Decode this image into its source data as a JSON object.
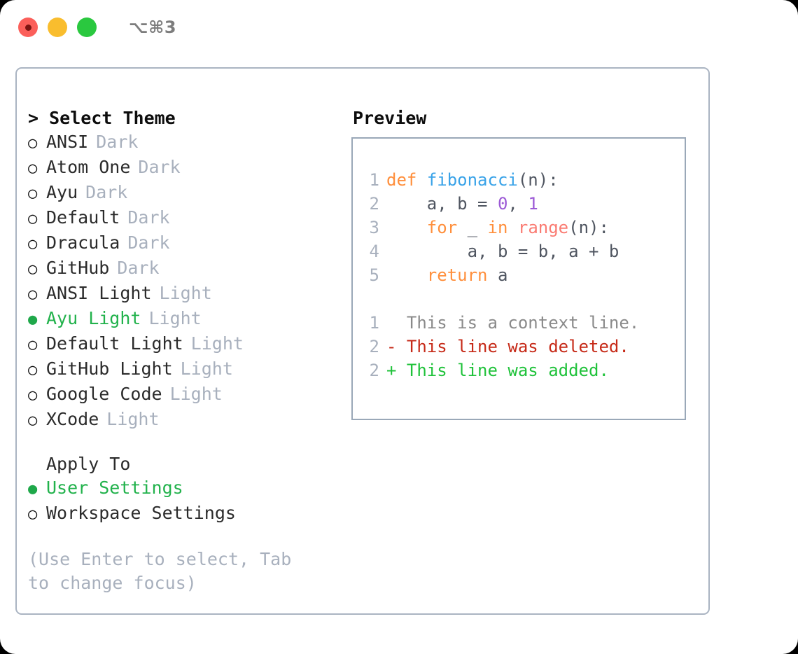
{
  "titlebar": {
    "shortcut": "⌥⌘3",
    "buttons": [
      "close",
      "minimize",
      "maximize"
    ]
  },
  "left_panel": {
    "header": "> Select Theme",
    "themes": [
      {
        "bullet": "○",
        "name": "ANSI",
        "tag": "Dark",
        "selected": false
      },
      {
        "bullet": "○",
        "name": "Atom One",
        "tag": "Dark",
        "selected": false
      },
      {
        "bullet": "○",
        "name": "Ayu",
        "tag": "Dark",
        "selected": false
      },
      {
        "bullet": "○",
        "name": "Default",
        "tag": "Dark",
        "selected": false
      },
      {
        "bullet": "○",
        "name": "Dracula",
        "tag": "Dark",
        "selected": false
      },
      {
        "bullet": "○",
        "name": "GitHub",
        "tag": "Dark",
        "selected": false
      },
      {
        "bullet": "○",
        "name": "ANSI Light",
        "tag": "Light",
        "selected": false
      },
      {
        "bullet": "●",
        "name": "Ayu Light",
        "tag": "Light",
        "selected": true
      },
      {
        "bullet": "○",
        "name": "Default Light",
        "tag": "Light",
        "selected": false
      },
      {
        "bullet": "○",
        "name": "GitHub Light",
        "tag": "Light",
        "selected": false
      },
      {
        "bullet": "○",
        "name": "Google Code",
        "tag": "Light",
        "selected": false
      },
      {
        "bullet": "○",
        "name": "XCode",
        "tag": "Light",
        "selected": false
      }
    ],
    "apply_to": {
      "title": "Apply To",
      "options": [
        {
          "bullet": "●",
          "name": "User Settings",
          "selected": true
        },
        {
          "bullet": "○",
          "name": "Workspace Settings",
          "selected": false
        }
      ]
    },
    "hint": "(Use Enter to select, Tab to change focus)"
  },
  "right_panel": {
    "title": "Preview",
    "code_lines": [
      {
        "num": "1",
        "tokens": [
          {
            "t": "def",
            "c": "kw"
          },
          {
            "t": " ",
            "c": "pl"
          },
          {
            "t": "fibonacci",
            "c": "fn"
          },
          {
            "t": "(n):",
            "c": "pl"
          }
        ]
      },
      {
        "num": "2",
        "tokens": [
          {
            "t": "    a, b = ",
            "c": "pl"
          },
          {
            "t": "0",
            "c": "num"
          },
          {
            "t": ", ",
            "c": "pl"
          },
          {
            "t": "1",
            "c": "num"
          }
        ]
      },
      {
        "num": "3",
        "tokens": [
          {
            "t": "    ",
            "c": "pl"
          },
          {
            "t": "for",
            "c": "kw"
          },
          {
            "t": " _ ",
            "c": "pl"
          },
          {
            "t": "in",
            "c": "kw"
          },
          {
            "t": " ",
            "c": "pl"
          },
          {
            "t": "range",
            "c": "bi"
          },
          {
            "t": "(n):",
            "c": "pl"
          }
        ]
      },
      {
        "num": "4",
        "tokens": [
          {
            "t": "        a, b = b, a + b",
            "c": "pl"
          }
        ]
      },
      {
        "num": "5",
        "tokens": [
          {
            "t": "    ",
            "c": "pl"
          },
          {
            "t": "return",
            "c": "kw"
          },
          {
            "t": " a",
            "c": "pl"
          }
        ]
      }
    ],
    "diff_lines": [
      {
        "num": "1",
        "marker": "  ",
        "text": "This is a context line.",
        "kind": "ctx"
      },
      {
        "num": "2",
        "marker": "- ",
        "text": "This line was deleted.",
        "kind": "del"
      },
      {
        "num": "2",
        "marker": "+ ",
        "text": "This line was added.",
        "kind": "add"
      }
    ]
  },
  "colors": {
    "accent_green": "#22b24c",
    "muted": "#a8b0bd",
    "border": "#aab4c2",
    "keyword": "#ff8f3c",
    "function": "#3aa3e8",
    "number": "#9c5ad6",
    "builtin": "#fa7b72",
    "diff_add": "#1fc23a",
    "diff_del": "#c62a18"
  }
}
